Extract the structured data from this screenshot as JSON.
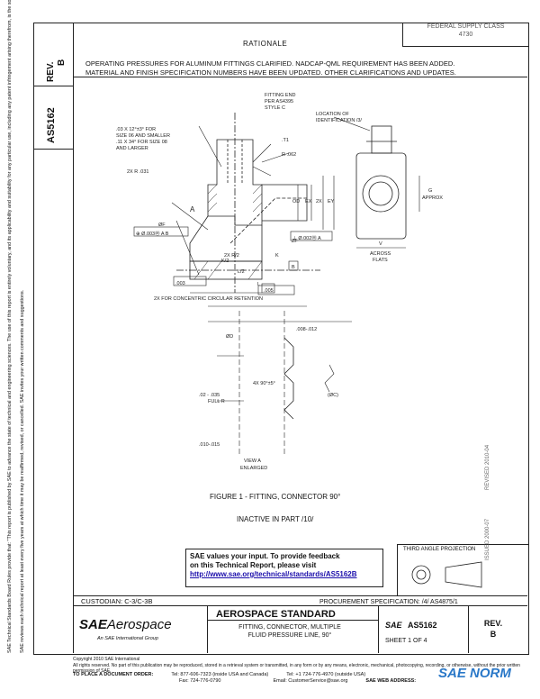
{
  "header": {
    "rev_label": "REV.",
    "rev_value": "B",
    "doc_id": "AS5162",
    "rationale_title": "RATIONALE",
    "notice_line1": "FEDERAL SUPPLY CLASS",
    "notice_line2": "4730",
    "rationale_text": "OPERATING PRESSURES FOR ALUMINUM FITTINGS CLARIFIED. NADCAP-QML REQUIREMENT HAS BEEN ADDED. MATERIAL AND FINISH SPECIFICATION NUMBERS HAVE BEEN UPDATED. OTHER CLARIFICATIONS AND UPDATES."
  },
  "side_notice": "SAE Technical Standards Board Rules provide that: \"This report is published by SAE to advance the state of technical and engineering sciences. The use of this report is entirely voluntary, and its applicability and suitability for any particular use, including any patent infringement arising therefrom, is the sole responsibility of the user.\"",
  "side_notice2": "SAE reviews each technical report at least every five years at which time it may be reaffirmed, revised, or cancelled. SAE invites your written comments and suggestions.",
  "drawing": {
    "labels": {
      "fitting_end": "FITTING END",
      "per": "PER AS4395",
      "style": "STYLE C",
      "chamfer1": ".03 X 12°±3° FOR",
      "chamfer2": "SIZE 06 AND SMALLER",
      "chamfer3": ".11 X 34° FOR SIZE 08",
      "chamfer4": "AND LARGER",
      "r_a": "2X R .031",
      "t": ".T1",
      "r_b": "R .062",
      "od": "OD",
      "ex": "EX",
      "ey": "EY",
      "ez_2x": "2X",
      "rx2": "2X R/2",
      "zf": "ZF",
      "k": "K",
      "lh": "L/2",
      "l": "L",
      "k_half": "K/2",
      "a": "A",
      "phi_f": "ØF",
      "tol1": ".003",
      "tol2": ".005",
      "fcf1": "⊕ Ø.003Ⓜ A B",
      "fcf2": "⊥ Ø.002Ⓜ A",
      "b_datum": "B",
      "runout": "2X FOR CONCENTRIC CIRCULAR RETENTION",
      "loc1": "LOCATION OF",
      "loc2": "IDENTIFICATION /3/",
      "g": "G",
      "approx": "APPROX",
      "v": "V",
      "across1": "ACROSS",
      "across2": "FLATS",
      "dim_d": "ØD",
      "dim_012": ".008-.012",
      "dim_4x": "4X 90°±5°",
      "dim_025": ".02 - .035",
      "full_r": "FULL R",
      "dim_dc": "(ØC)",
      "dim_010": ".010-.015",
      "view_a": "VIEW A",
      "enlarged": "ENLARGED"
    },
    "figure_caption": "FIGURE 1 - FITTING, CONNECTOR 90°",
    "inactive": "INACTIVE IN PART /10/"
  },
  "feedback": {
    "line1": "SAE values your input. To provide feedback",
    "line2": "on this Technical Report, please visit",
    "link": "http://www.sae.org/technical/standards/AS5162B"
  },
  "third_angle": "THIRD ANGLE PROJECTION",
  "side_dates": {
    "revised": "REVISED 2010-04",
    "issued": "ISSUED 2000-07"
  },
  "title_block": {
    "custodian": "CUSTODIAN: C-3/C-3B",
    "procurement": "PROCUREMENT SPECIFICATION: /4/ AS4875/1",
    "logo_sae": "SAE",
    "logo_aero": "Aerospace",
    "logo_sub": "An SAE International Group",
    "standard": "AEROSPACE STANDARD",
    "desc1": "FITTING, CONNECTOR, MULTIPLE",
    "desc2": "FLUID PRESSURE LINE, 90°",
    "sae_mark": "SAE",
    "doc_no": "AS5162",
    "sheet": "SHEET 1 OF 4",
    "rev_label": "REV.",
    "rev_value": "B"
  },
  "footer": {
    "copyright": "Copyright 2010 SAE International",
    "rights": "All rights reserved. No part of this publication may be reproduced, stored in a retrieval system or transmitted, in any form or by any means, electronic, mechanical, photocopying, recording, or otherwise, without the prior written permission of SAE.",
    "order": "TO PLACE A DOCUMENT ORDER:",
    "tel1": "Tel: 877-606-7323 (inside USA and Canada)",
    "tel2": "Tel: +1 724-776-4970 (outside USA)",
    "fax": "Fax: 724-776-0790",
    "email": "Email: CustomerService@sae.org",
    "web": "SAE WEB ADDRESS:",
    "brand": "SAE NORM"
  }
}
